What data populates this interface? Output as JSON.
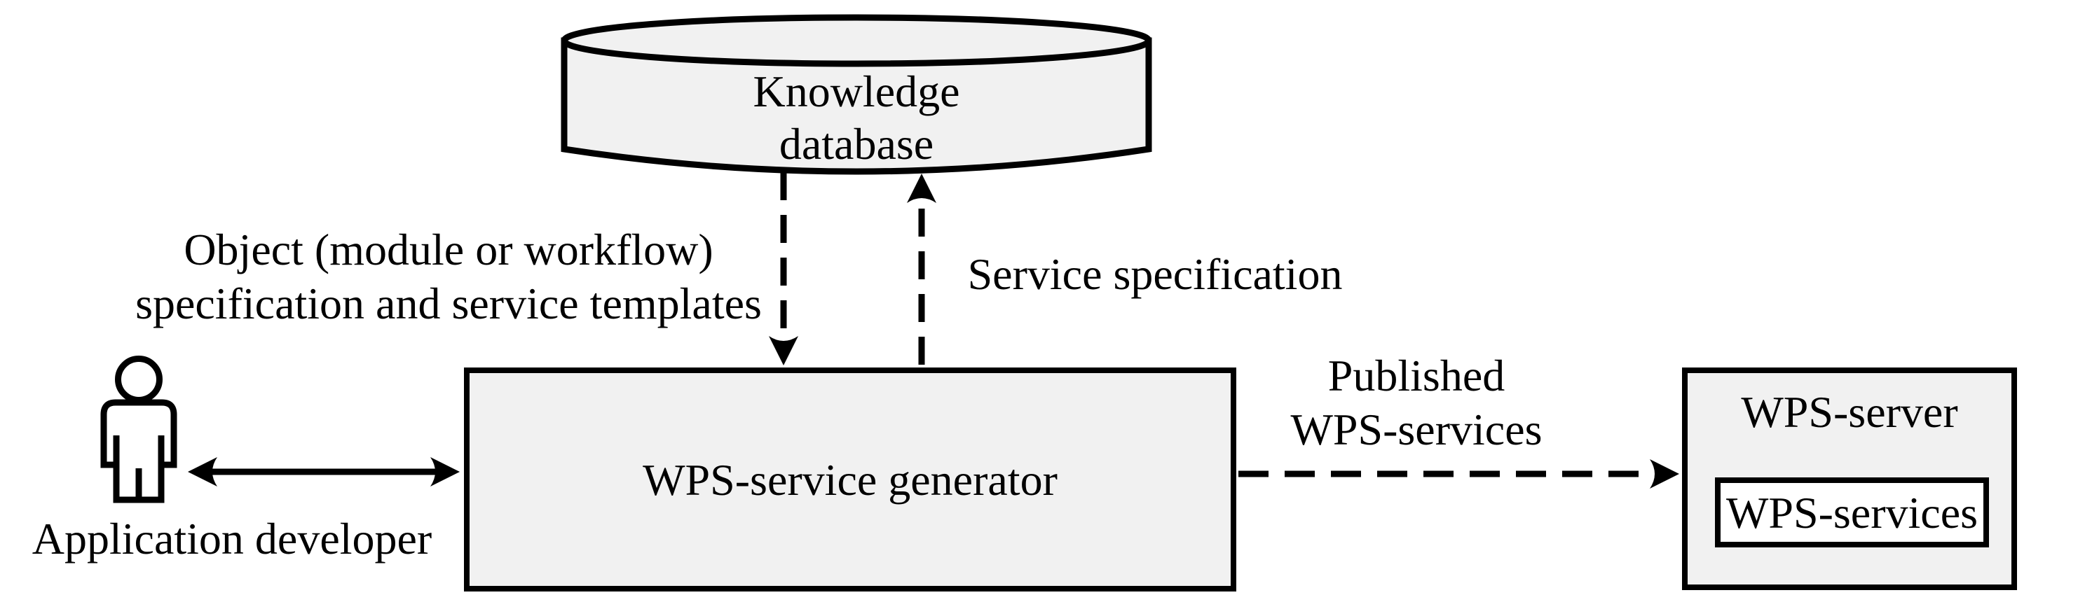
{
  "figure": {
    "knowledge_db_label": "Knowledge\ndatabase",
    "object_spec_label": "Object (module or workflow)\nspecification and service templates",
    "service_spec_label": "Service specification",
    "generator_label": "WPS-service generator",
    "published_label": "Published\nWPS-services",
    "server_label": "WPS-server",
    "server_services_label": "WPS-services",
    "developer_label": "Application developer",
    "colors": {
      "shape_fill": "#f1f1f1",
      "stroke": "#000000",
      "services_box_fill": "#ffffff",
      "background": "#ffffff",
      "text": "#000000"
    }
  }
}
